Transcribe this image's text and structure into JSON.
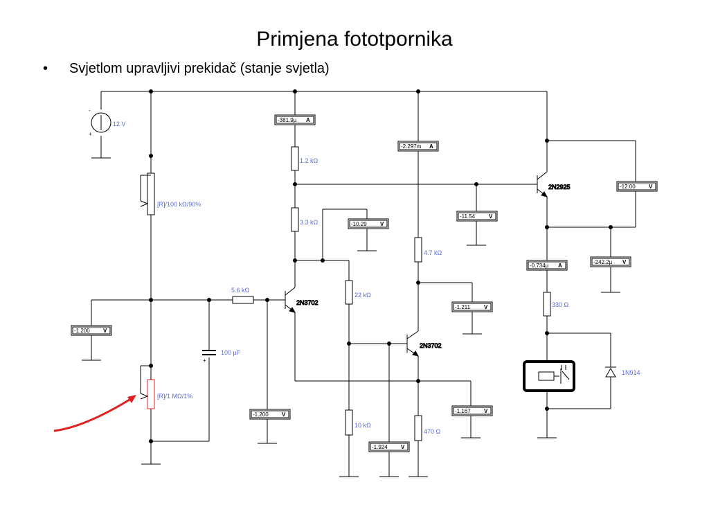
{
  "title": "Primjena fototpornika",
  "bullet": {
    "symbol": "•",
    "text": "Svjetlom upravljivi prekidač (stanje svjetla)"
  },
  "colors": {
    "label": "#5b6bd6",
    "wire": "#000000",
    "highlight": "#e02020"
  },
  "components": {
    "source": "12 V",
    "pot_top": "[R]/100 kΩ/90%",
    "ldr": "[R]/1 MΩ/1%",
    "r_base": "5.6 kΩ",
    "cap": "100 µF",
    "r1": "1.2 kΩ",
    "r2": "3.3 kΩ",
    "r3": "22 kΩ",
    "r4": "10 kΩ",
    "r5": "4.7 kΩ",
    "r6": "470 Ω",
    "r7": "330 Ω",
    "q1": "2N3702",
    "q2": "2N3702",
    "q3": "2N2925",
    "diode": "1N914"
  },
  "meters": {
    "m1": {
      "value": "-381.9µ",
      "unit": "A"
    },
    "m2": {
      "value": "-2.297m",
      "unit": "A"
    },
    "m3": {
      "value": "-10.29",
      "unit": "V"
    },
    "m4": {
      "value": "-11.54",
      "unit": "V"
    },
    "m5": {
      "value": "-12.00",
      "unit": "V"
    },
    "m6": {
      "value": "-242.2µ",
      "unit": "V"
    },
    "m7": {
      "value": "-0.734µ",
      "unit": "A"
    },
    "m8": {
      "value": "-1.200",
      "unit": "V"
    },
    "m9": {
      "value": "-1.211",
      "unit": "V"
    },
    "m10": {
      "value": "-1.200",
      "unit": "V"
    },
    "m11": {
      "value": "-1.167",
      "unit": "V"
    },
    "m12": {
      "value": "-1.924",
      "unit": "V"
    }
  },
  "polarity": {
    "minus": "-",
    "plus": "+"
  }
}
